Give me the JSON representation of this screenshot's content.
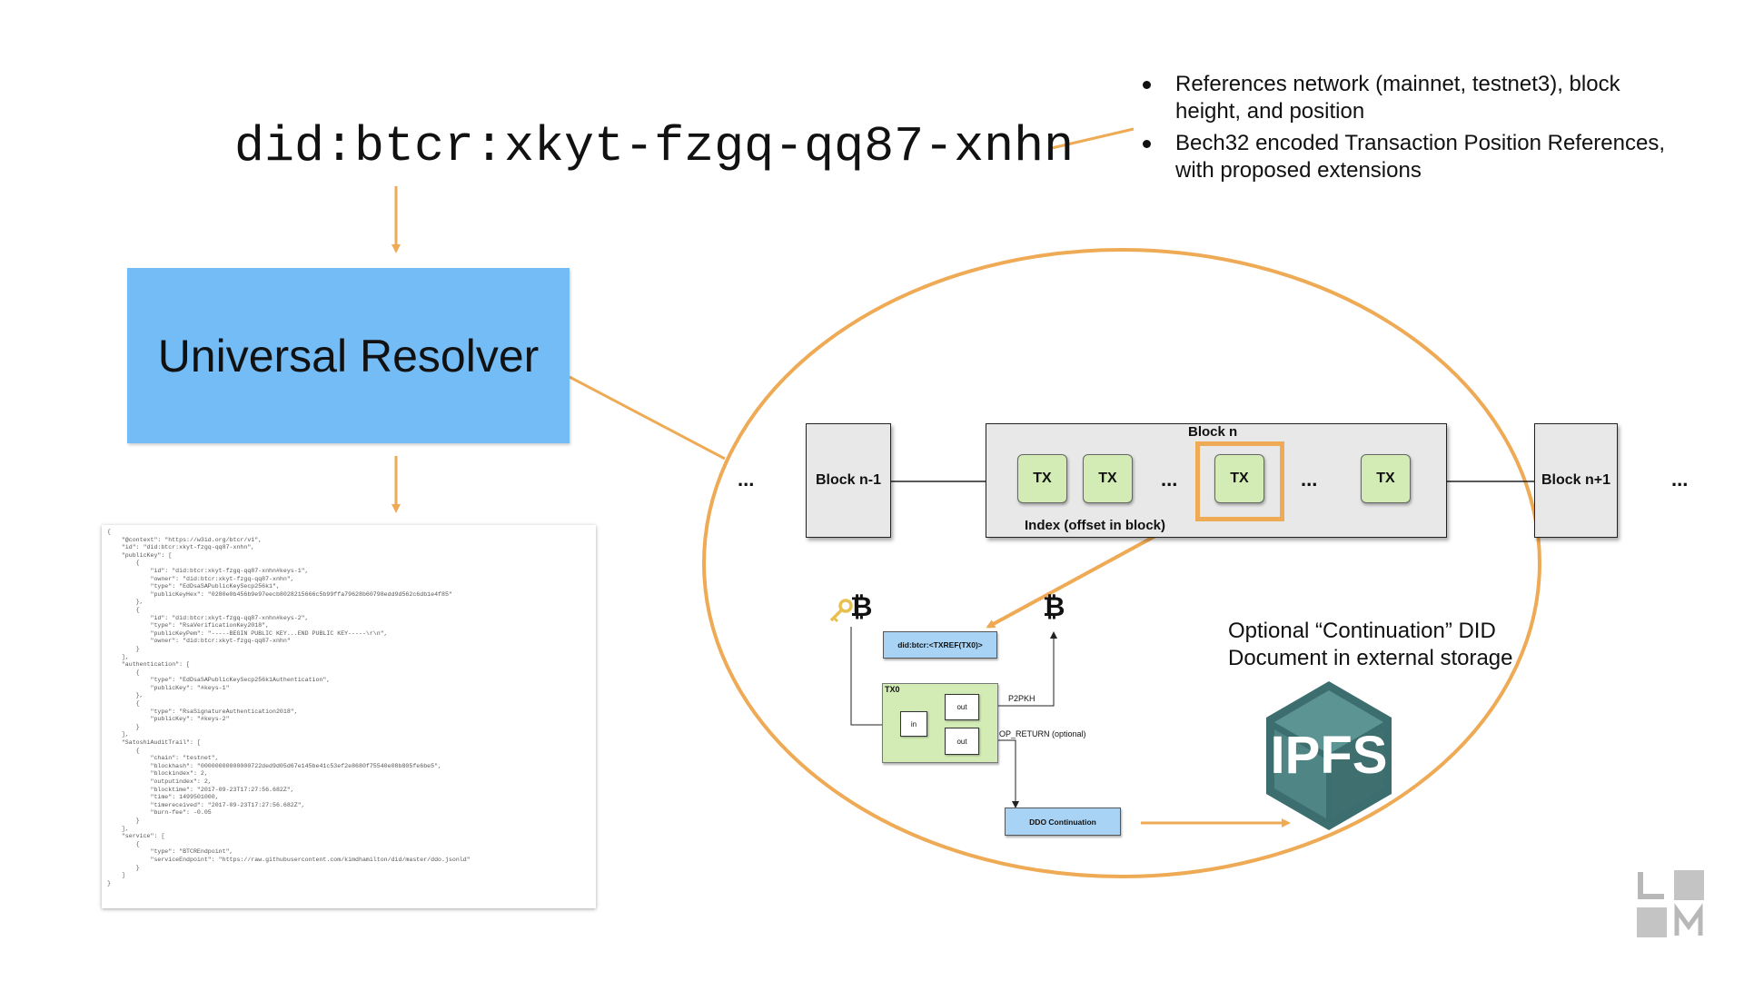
{
  "did": "did:btcr:xkyt-fzgq-qq87-xnhn",
  "bullets": [
    "References network (mainnet, testnet3), block height, and position",
    "Bech32 encoded Transaction Position References, with proposed extensions"
  ],
  "resolver_label": "Universal Resolver",
  "did_document": "{\n    \"@context\": \"https://w3id.org/btcr/v1\",\n    \"id\": \"did:btcr:xkyt-fzgq-qq87-xnhn\",\n    \"publicKey\": [\n        {\n            \"id\": \"did:btcr:xkyt-fzgq-qq87-xnhn#keys-1\",\n            \"owner\": \"did:btcr:xkyt-fzgq-qq87-xnhn\",\n            \"type\": \"EdDsaSAPublicKeySecp256k1\",\n            \"publicKeyHex\": \"0280e0b456b9e97eecb8028215666c5b99ffa79628b60798edd9d562c6db1e4f85\"\n        },\n        {\n            \"id\": \"did:btcr:xkyt-fzgq-qq87-xnhn#keys-2\",\n            \"type\": \"RsaVerificationKey2018\",\n            \"publicKeyPem\": \"-----BEGIN PUBLIC KEY...END PUBLIC KEY-----\\r\\n\",\n            \"owner\": \"did:btcr:xkyt-fzgq-qq87-xnhn\"\n        }\n    ],\n    \"authentication\": [\n        {\n            \"type\": \"EdDsaSAPublicKeySecp256k1Authentication\",\n            \"publicKey\": \"#keys-1\"\n        },\n        {\n            \"type\": \"RsaSignatureAuthentication2018\",\n            \"publicKey\": \"#keys-2\"\n        }\n    ],\n    \"SatoshiAuditTrail\": [\n        {\n            \"chain\": \"testnet\",\n            \"blockhash\": \"00000000000000722ded9d05d67e145be41c53ef2e8680f75540e08b805fe6be5\",\n            \"blockindex\": 2,\n            \"outputindex\": 2,\n            \"blocktime\": \"2017-09-23T17:27:56.682Z\",\n            \"time\": 1499501000,\n            \"timereceived\": \"2017-09-23T17:27:56.682Z\",\n            \"burn-fee\": -0.05\n        }\n    ],\n    \"service\": [\n        {\n            \"type\": \"BTCREndpoint\",\n            \"serviceEndpoint\": \"https://raw.githubusercontent.com/kimdhamilton/did/master/ddo.jsonld\"\n        }\n    ]\n}",
  "chain": {
    "ellipsis": "...",
    "block_prev": "Block n-1",
    "block_n": "Block n",
    "block_next": "Block n+1",
    "tx_label": "TX",
    "index_label": "Index (offset in block)"
  },
  "tx_detail": {
    "txref_label": "did:btcr:<TXREF(TX0)>",
    "tx0_label": "TX0",
    "in_label": "in",
    "out_label": "out",
    "p2pkh_label": "P2PKH",
    "op_return_label": "OP_RETURN (optional)",
    "ddo_label": "DDO Continuation",
    "bitcoin_symbol": "₿"
  },
  "continuation_text": "Optional “Continuation” DID Document in external storage",
  "ipfs_label": "IPFS",
  "colors": {
    "arrow": "#eeaa55",
    "resolver_fill": "#73bcf6",
    "tx_fill": "#d3ecb6",
    "ipfs_dark": "#3c6e6f",
    "ipfs_light": "#5c9494"
  },
  "icons": {
    "key": "key-icon",
    "bitcoin": "bitcoin-icon",
    "ipfs": "ipfs-logo",
    "corner": "lm-logo"
  }
}
